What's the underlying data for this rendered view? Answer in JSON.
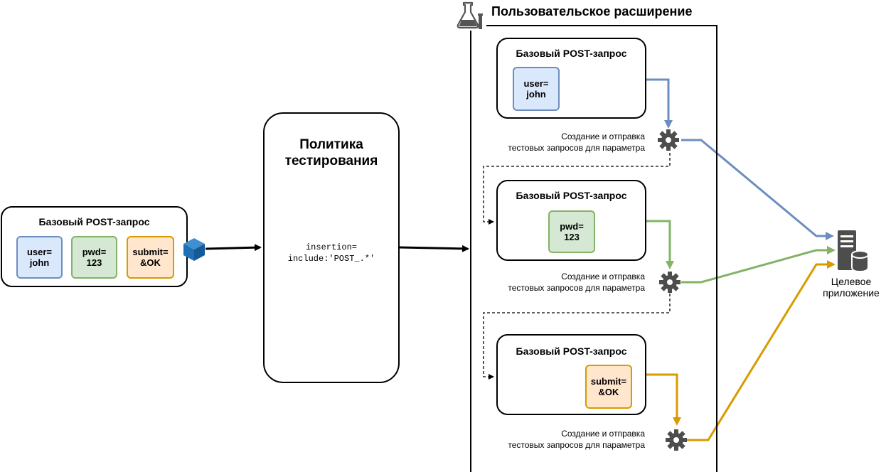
{
  "source_request": {
    "title": "Базовый POST-запрос",
    "params": [
      {
        "text": "user=\njohn",
        "color": "#dae8fc"
      },
      {
        "text": "pwd=\n123",
        "color": "#d5e8d4"
      },
      {
        "text": "submit=\n&OK",
        "color": "#ffe6cc"
      }
    ]
  },
  "policy": {
    "title": "Политика\nтестирования",
    "code": "insertion=\ninclude:'POST_.*'"
  },
  "extension": {
    "title": "Пользовательское расширение",
    "blocks": [
      {
        "title": "Базовый POST-запрос",
        "param": "user=\njohn",
        "caption": "Создание и отправка\nтестовых запросов для параметра"
      },
      {
        "title": "Базовый POST-запрос",
        "param": "pwd=\n123",
        "caption": "Создание и отправка\nтестовых запросов для параметра"
      },
      {
        "title": "Базовый POST-запрос",
        "param": "submit=\n&OK",
        "caption": "Создание и отправка\nтестовых запросов для параметра"
      }
    ]
  },
  "target": {
    "label": "Целевое\nприложение"
  },
  "colors": {
    "blue_line": "#6c8ebf",
    "green_line": "#82b366",
    "orange_line": "#d79b00"
  },
  "icons": [
    "package-icon",
    "flask-icon",
    "gear-icon",
    "server-database-icon"
  ]
}
